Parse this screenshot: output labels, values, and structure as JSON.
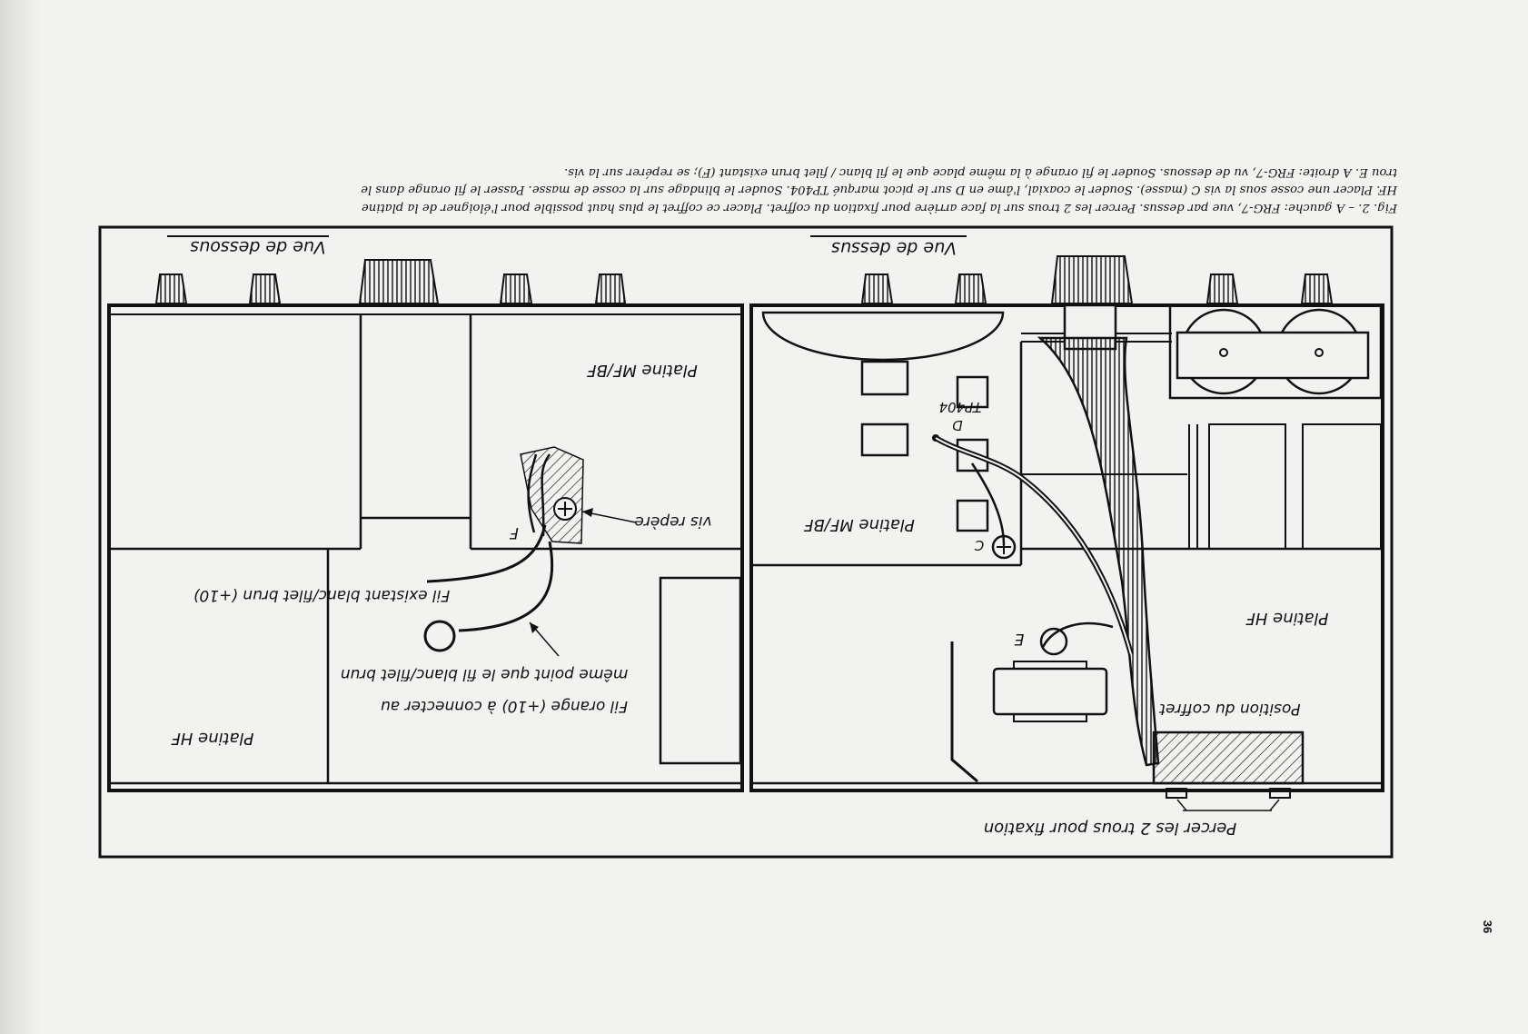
{
  "page_number": "36",
  "caption": {
    "line1": "Fig. 2. – A gauche: FRG-7, vue par dessus. Percer les 2 trous sur la face arrière pour fixation du coffret. Placer ce coffret le plus haut possible pour l'éloigner de la platine",
    "line2": "HF. Placer une cosse sous la vis C (masse). Souder le coaxial, l'âme en D sur le picot marqué TP404. Souder le blindage sur la cosse de masse. Passer le fil orange dans le",
    "line3": "trou E. A droite: FRG-7, vu de dessous. Souder le fil orange à la même place que le fil blanc / filet brun existant (F); se repérer sur la vis."
  },
  "left_view": {
    "title": "Vue de dessus",
    "platine_mfbf": "Platine MF/BF",
    "platine_hf": "Platine HF",
    "tp_label": "TP404",
    "point_d": "D",
    "point_c": "C",
    "point_e": "E",
    "coffret_label": "Position du coffret",
    "holes_label": "Percer les 2 trous pour fixation"
  },
  "right_view": {
    "title": "Vue de dessous",
    "platine_mfbf": "Platine MF/BF",
    "platine_hf": "Platine HF",
    "screw_label": "vis repère",
    "point_f": "F",
    "existing_wire_label": "Fil existant blanc/filet brun (+10)",
    "orange_wire_line1": "Fil orange (+10) à connecter au",
    "orange_wire_line2": "même point que le fil blanc/filet brun"
  }
}
